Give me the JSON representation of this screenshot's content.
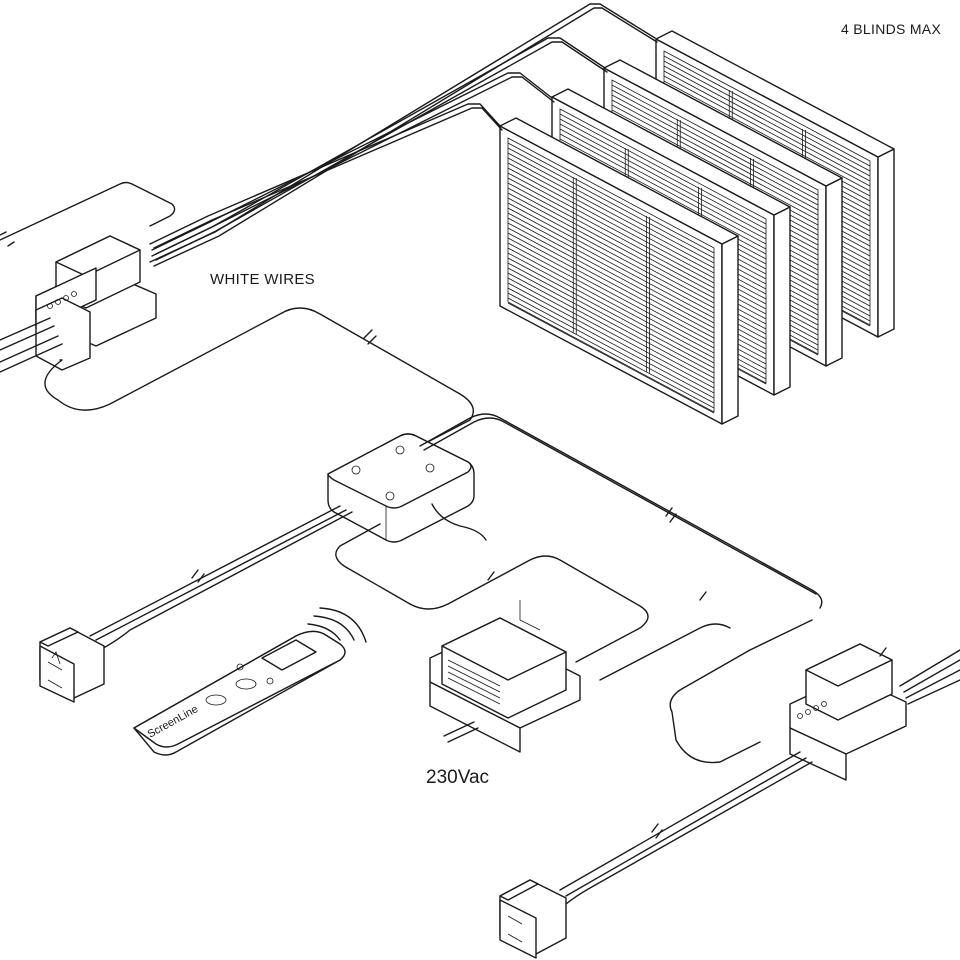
{
  "labels": {
    "max_blinds": "4 BLINDS MAX",
    "white_wires": "WHITE WIRES",
    "mains": "230Vac"
  },
  "remote": {
    "brand": "ScreenLine"
  },
  "blinds": {
    "count": 4
  },
  "colors": {
    "stroke": "#1a1a1a",
    "background": "#ffffff"
  }
}
